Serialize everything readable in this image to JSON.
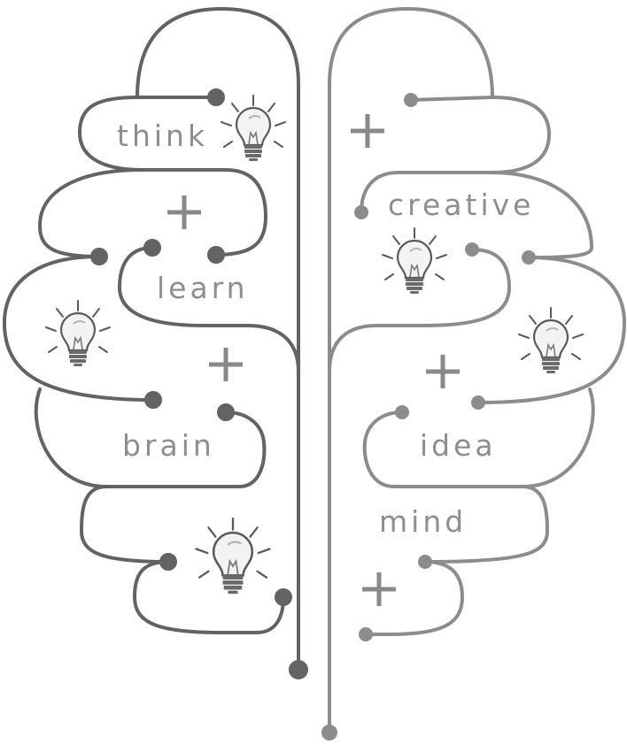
{
  "words": {
    "think": "think",
    "learn": "learn",
    "brain": "brain",
    "creative": "creative",
    "idea": "idea",
    "mind": "mind"
  },
  "icons": [
    "lightbulb-icon",
    "plus-icon"
  ],
  "colors": {
    "left_hemisphere": "#636363",
    "right_hemisphere": "#8c8c8c",
    "text": "#8e8e8e",
    "bulb_outline": "#5a5a5a",
    "bulb_glass": "#f3f3f3"
  }
}
